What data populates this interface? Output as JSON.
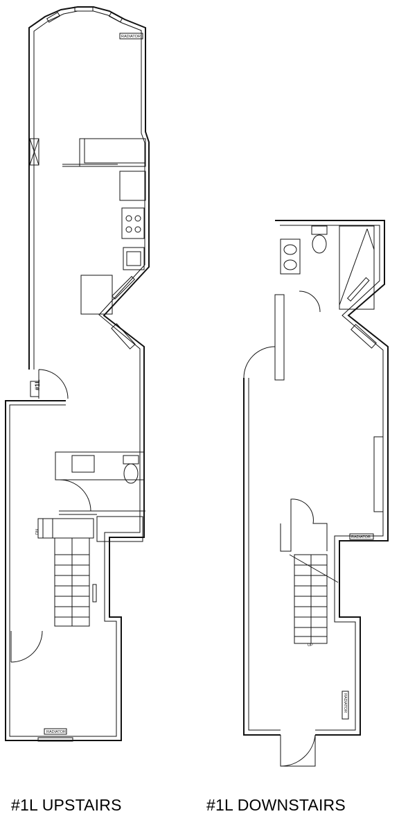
{
  "labels": {
    "unit_tag": "#1L",
    "radiator": "RADIATOR",
    "stair_dn": "DN",
    "stair_up": "UP"
  },
  "captions": {
    "upstairs": "#1L UPSTAIRS",
    "downstairs": "#1L DOWNSTAIRS"
  }
}
